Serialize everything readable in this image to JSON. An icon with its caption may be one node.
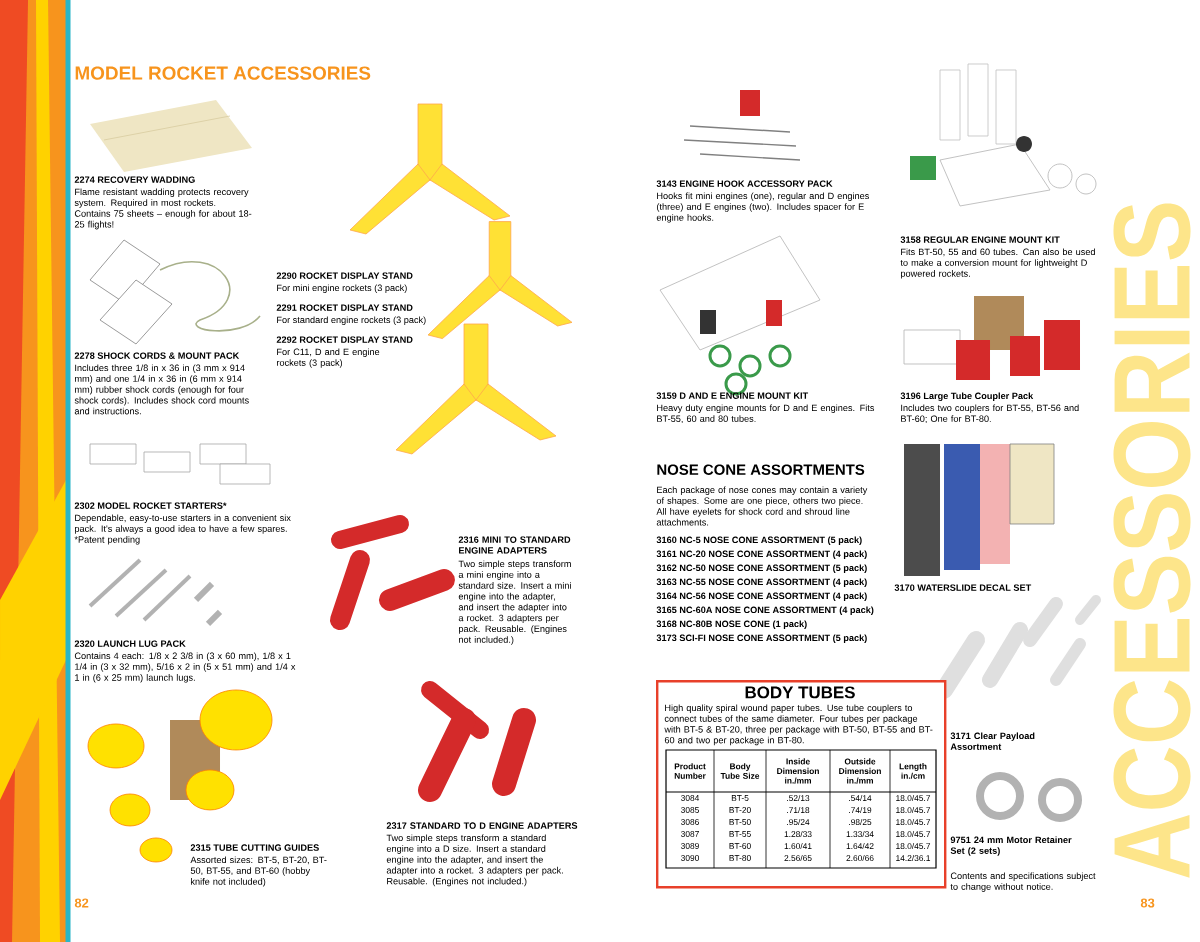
{
  "diagram": {
    "title": "MODEL ROCKET ACCESSORIES",
    "nodes": [
      {
        "text": [
          "BODY TUBES",
          "High quality spiral wound paper tubes. Use tube couplers to connect tubes of the same diameter. Four tubes per package with BT-5 & BT-20, three per package with BT-50, BT-55 and BT-60 and two per package in BT-80."
        ]
      }
    ],
    "labels": [
      "2274 RECOVERY WADDING",
      "Flame resistant wadding protects recovery system. Required in most rockets. Contains 75 sheets – enough for about 18-25 flights!",
      "2278 SHOCK CORDS & MOUNT PACK",
      "Includes three 1/8 in x 36 in (3 mm x 914 mm) and one 1/4 in x 36 in (6 mm x 914 mm) rubber shock cords (enough for four shock cords). Includes shock cord mounts and instructions.",
      "2302 MODEL ROCKET STARTERS*",
      "Dependable, easy-to-use starters in a convenient six pack. It's always a good idea to have a few spares. *Patent pending",
      "2320 LAUNCH LUG PACK",
      "Contains 4 each: 1/8 x 2 3/8 in (3 x 60 mm), 1/8 x 1 1/4 in (3 x 32 mm), 5/16 x 2 in (5 x 51 mm) and 1/4 x 1 in (6 x 25 mm) launch lugs.",
      "2315 TUBE CUTTING GUIDES",
      "Assorted sizes: BT-5, BT-20, BT-50, BT-55, and BT-60 (hobby knife not included)",
      "82",
      "2290 ROCKET DISPLAY STAND",
      "For mini engine rockets (3 pack)",
      "2291 ROCKET DISPLAY STAND",
      "For standard engine rockets (3 pack)",
      "2292 ROCKET DISPLAY STAND",
      "For C11, D and E engine rockets (3 pack)",
      "2316 MINI TO STANDARD ENGINE ADAPTERS",
      "Two simple steps transform a mini engine into a standard size. Insert a mini engine into the adapter, and insert the adapter into a rocket. 3 adapters per pack. Reusable. (Engines not included.)",
      "2317 STANDARD TO D ENGINE ADAPTERS",
      "Two simple steps transform a standard engine into a D size. Insert a standard engine into the adapter, and insert the adapter into a rocket. 3 adapters per pack. Reusable. (Engines not included.)",
      "3143 ENGINE HOOK ACCESSORY PACK",
      "Hooks fit mini engines (one), regular and D engines (three) and E engines (two). Includes spacer for E engine hooks.",
      "3159 D AND E ENGINE MOUNT KIT",
      "Heavy duty engine mounts for D and E engines. Fits BT-55, 60 and 80 tubes.",
      "NOSE CONE ASSORTMENTS",
      "Each package of nose cones may contain a variety of shapes. Some are one piece, others two piece. All have eyelets for shock cord and shroud line attachments.",
      "3160 NC-5 NOSE CONE ASSORTMENT (5 pack)",
      "3161 NC-20 NOSE CONE ASSORTMENT (4 pack)",
      "3162 NC-50 NOSE CONE ASSORTMENT (5 pack)",
      "3163 NC-55 NOSE CONE ASSORTMENT (4 pack)",
      "3164 NC-56 NOSE CONE ASSORTMENT (4 pack)",
      "3165 NC-60A NOSE CONE ASSORTMENT (4 pack)",
      "3168 NC-80B NOSE CONE (1 pack)",
      "3173 SCI-FI NOSE CONE ASSORTMENT (5 pack)",
      "3158 REGULAR ENGINE MOUNT KIT",
      "Fits BT-50, 55 and 60 tubes. Can also be used to make a conversion mount for lightweight D powered rockets.",
      "3196 Large Tube Coupler Pack",
      "Includes two couplers for BT-55, BT-56 and BT-60; One for BT-80.",
      "3170 WATERSLIDE DECAL SET",
      "3171 Clear Payload Assortment",
      "9751 24 mm Motor Retainer Set (2 sets)",
      "Contents and specifications subject to change without notice.",
      "83",
      "ACCESSORIES",
      "Product Number",
      "Body Tube Size",
      "Inside Dimension in./mm",
      "Outside Dimension in./mm",
      "Length in./cm",
      "3084",
      "BT-5",
      ".52/13",
      ".54/14",
      "18.0/45.7",
      "3085",
      "BT-20",
      ".71/18",
      ".74/19",
      "18.0/45.7",
      "3086",
      "BT-50",
      ".95/24",
      ".98/25",
      "18.0/45.7",
      "3087",
      "BT-55",
      "1.28/33",
      "1.33/34",
      "18.0/45.7",
      "3089",
      "BT-60",
      "1.60/41",
      "1.64/42",
      "18.0/45.7",
      "3090",
      "BT-80",
      "2.56/65",
      "2.60/66",
      "14.2/36.1"
    ]
  }
}
